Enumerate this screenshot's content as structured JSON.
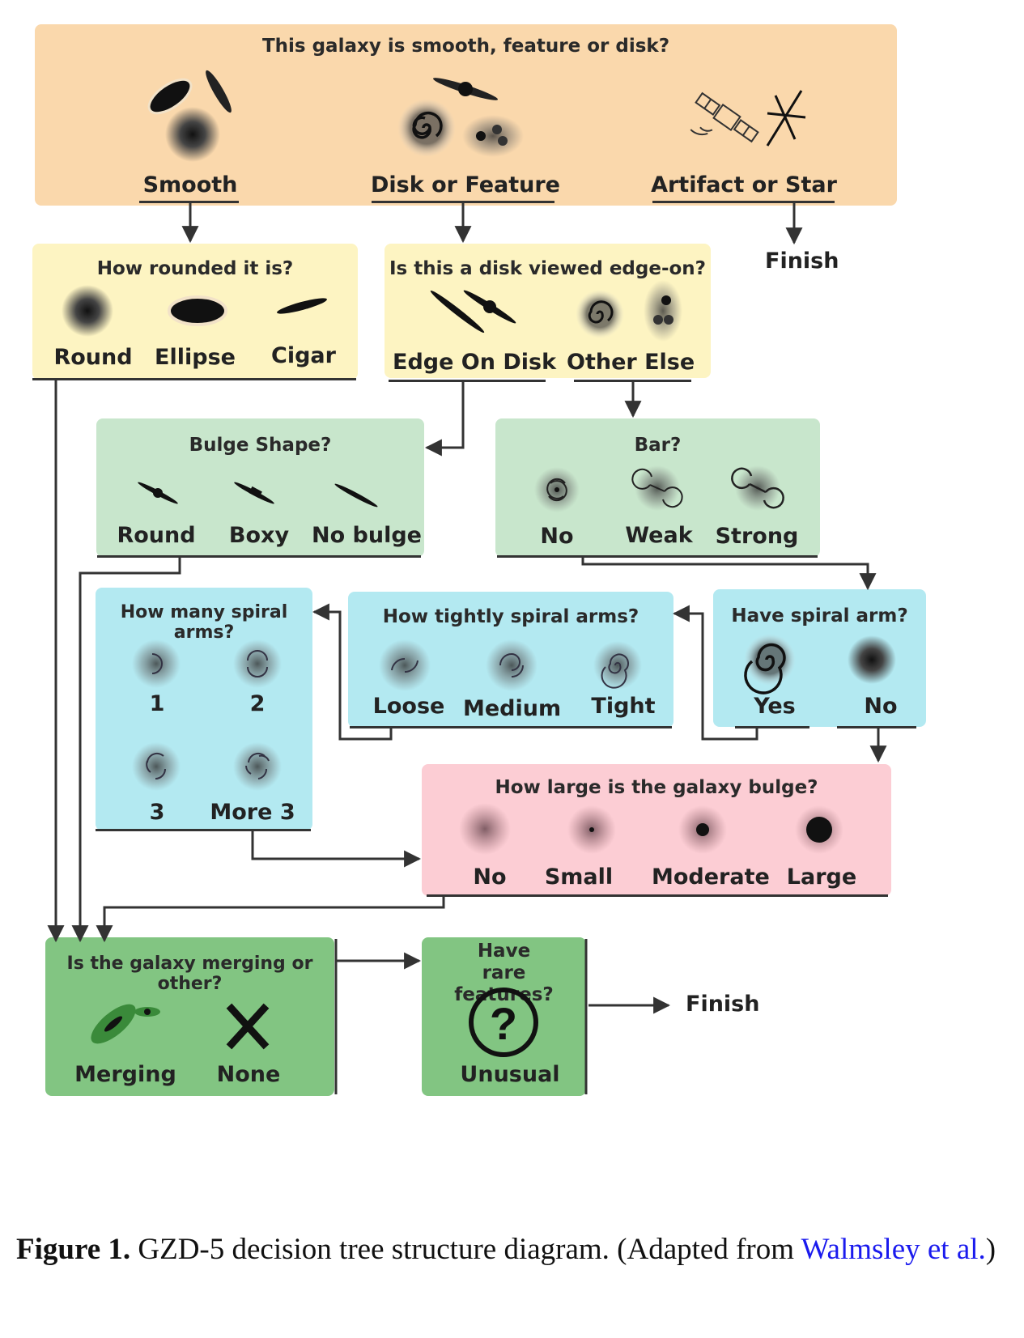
{
  "colors": {
    "tier1": "#fad8ac",
    "tier2": "#fdf4c2",
    "tier3": "#c8e6cc",
    "tier4": "#b3e9f1",
    "tier5": "#fccdd4",
    "tier6": "#82c582",
    "line": "#333333",
    "link": "#1a1aee"
  },
  "diagram": {
    "q1": {
      "question": "This galaxy is smooth,  feature or disk?",
      "options": [
        "Smooth",
        "Disk or Feature",
        "Artifact or Star"
      ]
    },
    "q2": {
      "question": "How rounded it is?",
      "options": [
        "Round",
        "Ellipse",
        "Cigar"
      ]
    },
    "q3": {
      "question": "Is this a disk viewed edge-on?",
      "options": [
        "Edge On Disk",
        "Other Else"
      ]
    },
    "q4": {
      "question": "Bulge Shape?",
      "options": [
        "Round",
        "Boxy",
        "No bulge"
      ]
    },
    "q5": {
      "question": "Bar?",
      "options": [
        "No",
        "Weak",
        "Strong"
      ]
    },
    "q6": {
      "question": "How many spiral arms?",
      "options": [
        "1",
        "2",
        "3",
        "More 3"
      ]
    },
    "q7": {
      "question": "How tightly spiral arms?",
      "options": [
        "Loose",
        "Medium",
        "Tight"
      ]
    },
    "q8": {
      "question": "Have spiral arm?",
      "options": [
        "Yes",
        "No"
      ]
    },
    "q9": {
      "question": "How large is the galaxy bulge?",
      "options": [
        "No",
        "Small",
        "Moderate",
        "Large"
      ]
    },
    "q10": {
      "question": "Is the galaxy merging or other?",
      "options": [
        "Merging",
        "None"
      ]
    },
    "q11": {
      "question": "Have rare features?",
      "options": [
        "Unusual"
      ]
    },
    "finish_labels": [
      "Finish",
      "Finish"
    ]
  },
  "caption": {
    "label": "Figure 1.",
    "text": " GZD-5 decision tree structure diagram. (Adapted from ",
    "citation": "Walmsley et al.",
    "end": ")"
  }
}
